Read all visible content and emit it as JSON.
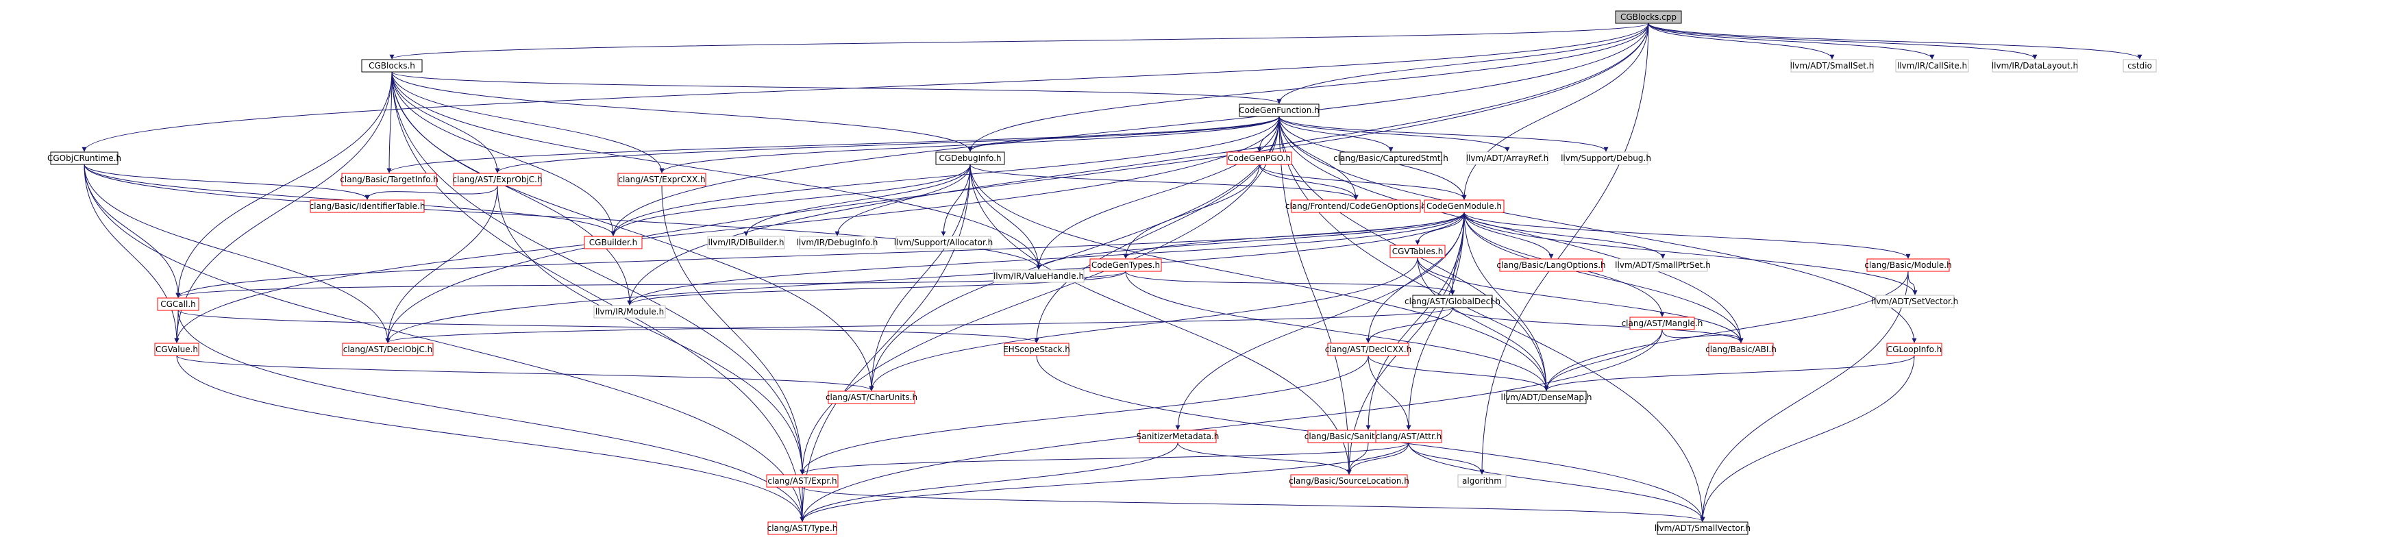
{
  "graph": {
    "nodes": [
      {
        "id": "root",
        "label": "CGBlocks.cpp",
        "style": "root"
      },
      {
        "id": "cgblocks_h",
        "label": "CGBlocks.h",
        "style": "plain"
      },
      {
        "id": "smallset",
        "label": "llvm/ADT/SmallSet.h",
        "style": "external"
      },
      {
        "id": "callsite",
        "label": "llvm/IR/CallSite.h",
        "style": "external"
      },
      {
        "id": "datalayout",
        "label": "llvm/IR/DataLayout.h",
        "style": "external"
      },
      {
        "id": "cstdio",
        "label": "cstdio",
        "style": "external"
      },
      {
        "id": "codegenfunction",
        "label": "CodeGenFunction.h",
        "style": "plain"
      },
      {
        "id": "cgobjcruntime",
        "label": "CGObjCRuntime.h",
        "style": "plain"
      },
      {
        "id": "targetinfo",
        "label": "clang/Basic/TargetInfo.h",
        "style": "linked"
      },
      {
        "id": "exprobjc",
        "label": "clang/AST/ExprObjC.h",
        "style": "linked"
      },
      {
        "id": "exprcxx",
        "label": "clang/AST/ExprCXX.h",
        "style": "linked"
      },
      {
        "id": "cgdebuginfo",
        "label": "CGDebugInfo.h",
        "style": "plain"
      },
      {
        "id": "codegenpgo",
        "label": "CodeGenPGO.h",
        "style": "linked"
      },
      {
        "id": "capturedstmt",
        "label": "clang/Basic/CapturedStmt.h",
        "style": "plain"
      },
      {
        "id": "arrayref",
        "label": "llvm/ADT/ArrayRef.h",
        "style": "external"
      },
      {
        "id": "debug",
        "label": "llvm/Support/Debug.h",
        "style": "external"
      },
      {
        "id": "identifiertable",
        "label": "clang/Basic/IdentifierTable.h",
        "style": "linked"
      },
      {
        "id": "cgbuilder",
        "label": "CGBuilder.h",
        "style": "linked"
      },
      {
        "id": "dibuilder",
        "label": "llvm/IR/DIBuilder.h",
        "style": "external"
      },
      {
        "id": "debuginfo",
        "label": "llvm/IR/DebugInfo.h",
        "style": "external"
      },
      {
        "id": "allocator",
        "label": "llvm/Support/Allocator.h",
        "style": "external"
      },
      {
        "id": "codegenoptions",
        "label": "clang/Frontend/CodeGenOptions.h",
        "style": "linked"
      },
      {
        "id": "codegenmodule",
        "label": "CodeGenModule.h",
        "style": "linked"
      },
      {
        "id": "valuehandle",
        "label": "llvm/IR/ValueHandle.h",
        "style": "external"
      },
      {
        "id": "codegentypes",
        "label": "CodeGenTypes.h",
        "style": "linked"
      },
      {
        "id": "cgvtables",
        "label": "CGVTables.h",
        "style": "linked"
      },
      {
        "id": "langoptions",
        "label": "clang/Basic/LangOptions.h",
        "style": "linked"
      },
      {
        "id": "smallptrset",
        "label": "llvm/ADT/SmallPtrSet.h",
        "style": "external"
      },
      {
        "id": "basicmodule",
        "label": "clang/Basic/Module.h",
        "style": "linked"
      },
      {
        "id": "cgcall",
        "label": "CGCall.h",
        "style": "linked"
      },
      {
        "id": "irmodule",
        "label": "llvm/IR/Module.h",
        "style": "external"
      },
      {
        "id": "globaldecl",
        "label": "clang/AST/GlobalDecl.h",
        "style": "plain"
      },
      {
        "id": "mangle",
        "label": "clang/AST/Mangle.h",
        "style": "linked"
      },
      {
        "id": "setvector",
        "label": "llvm/ADT/SetVector.h",
        "style": "external"
      },
      {
        "id": "cgvalue",
        "label": "CGValue.h",
        "style": "linked"
      },
      {
        "id": "declobjc",
        "label": "clang/AST/DeclObjC.h",
        "style": "linked"
      },
      {
        "id": "ehscopestack",
        "label": "EHScopeStack.h",
        "style": "linked"
      },
      {
        "id": "declcxx",
        "label": "clang/AST/DeclCXX.h",
        "style": "linked"
      },
      {
        "id": "abi",
        "label": "clang/Basic/ABI.h",
        "style": "linked"
      },
      {
        "id": "cgloopinfo",
        "label": "CGLoopInfo.h",
        "style": "linked"
      },
      {
        "id": "charunits",
        "label": "clang/AST/CharUnits.h",
        "style": "linked"
      },
      {
        "id": "densemap",
        "label": "llvm/ADT/DenseMap.h",
        "style": "plain"
      },
      {
        "id": "sanitizermetadata",
        "label": "SanitizerMetadata.h",
        "style": "linked"
      },
      {
        "id": "sanitizerblacklist",
        "label": "clang/Basic/SanitizerBlacklist.h",
        "style": "linked"
      },
      {
        "id": "attr",
        "label": "clang/AST/Attr.h",
        "style": "linked"
      },
      {
        "id": "expr",
        "label": "clang/AST/Expr.h",
        "style": "linked"
      },
      {
        "id": "sourcelocation",
        "label": "clang/Basic/SourceLocation.h",
        "style": "linked"
      },
      {
        "id": "algorithm",
        "label": "algorithm",
        "style": "external"
      },
      {
        "id": "type",
        "label": "clang/AST/Type.h",
        "style": "linked"
      },
      {
        "id": "smallvector",
        "label": "llvm/ADT/SmallVector.h",
        "style": "plain"
      }
    ],
    "edges": [
      [
        "root",
        "cgblocks_h"
      ],
      [
        "root",
        "smallset"
      ],
      [
        "root",
        "callsite"
      ],
      [
        "root",
        "datalayout"
      ],
      [
        "root",
        "cstdio"
      ],
      [
        "root",
        "codegenfunction"
      ],
      [
        "root",
        "cgobjcruntime"
      ],
      [
        "root",
        "cgdebuginfo"
      ],
      [
        "root",
        "codegenmodule"
      ],
      [
        "root",
        "cgbuilder"
      ],
      [
        "root",
        "irmodule"
      ],
      [
        "root",
        "declobjc"
      ],
      [
        "root",
        "algorithm"
      ],
      [
        "cgblocks_h",
        "codegenfunction"
      ],
      [
        "cgblocks_h",
        "targetinfo"
      ],
      [
        "cgblocks_h",
        "exprobjc"
      ],
      [
        "cgblocks_h",
        "exprcxx"
      ],
      [
        "cgblocks_h",
        "cgbuilder"
      ],
      [
        "cgblocks_h",
        "cgcall"
      ],
      [
        "cgblocks_h",
        "cgvalue"
      ],
      [
        "cgblocks_h",
        "irmodule"
      ],
      [
        "cgblocks_h",
        "valuehandle"
      ],
      [
        "cgblocks_h",
        "expr"
      ],
      [
        "cgblocks_h",
        "charunits"
      ],
      [
        "cgblocks_h",
        "type"
      ],
      [
        "cgblocks_h",
        "cgdebuginfo"
      ],
      [
        "codegenfunction",
        "targetinfo"
      ],
      [
        "codegenfunction",
        "exprobjc"
      ],
      [
        "codegenfunction",
        "exprcxx"
      ],
      [
        "codegenfunction",
        "cgdebuginfo"
      ],
      [
        "codegenfunction",
        "codegenpgo"
      ],
      [
        "codegenfunction",
        "capturedstmt"
      ],
      [
        "codegenfunction",
        "arrayref"
      ],
      [
        "codegenfunction",
        "debug"
      ],
      [
        "codegenfunction",
        "codegenmodule"
      ],
      [
        "codegenfunction",
        "cgbuilder"
      ],
      [
        "codegenfunction",
        "valuehandle"
      ],
      [
        "codegenfunction",
        "codegenoptions"
      ],
      [
        "codegenfunction",
        "cgloopinfo"
      ],
      [
        "codegenfunction",
        "ehscopestack"
      ],
      [
        "codegenfunction",
        "cgvalue"
      ],
      [
        "codegenfunction",
        "charunits"
      ],
      [
        "codegenfunction",
        "expr"
      ],
      [
        "codegenfunction",
        "abi"
      ],
      [
        "codegenfunction",
        "densemap"
      ],
      [
        "codegenfunction",
        "smallvector"
      ],
      [
        "codegenfunction",
        "sourcelocation"
      ],
      [
        "cgobjcruntime",
        "cgbuilder"
      ],
      [
        "cgobjcruntime",
        "identifiertable"
      ],
      [
        "cgobjcruntime",
        "cgcall"
      ],
      [
        "cgobjcruntime",
        "cgvalue"
      ],
      [
        "cgobjcruntime",
        "declobjc"
      ],
      [
        "cgobjcruntime",
        "type"
      ],
      [
        "cgobjcruntime",
        "valuehandle"
      ],
      [
        "exprobjc",
        "identifiertable"
      ],
      [
        "exprobjc",
        "declobjc"
      ],
      [
        "exprobjc",
        "expr"
      ],
      [
        "exprcxx",
        "expr"
      ],
      [
        "cgdebuginfo",
        "cgbuilder"
      ],
      [
        "cgdebuginfo",
        "dibuilder"
      ],
      [
        "cgdebuginfo",
        "debuginfo"
      ],
      [
        "cgdebuginfo",
        "allocator"
      ],
      [
        "cgdebuginfo",
        "codegenoptions"
      ],
      [
        "cgdebuginfo",
        "valuehandle"
      ],
      [
        "cgdebuginfo",
        "type"
      ],
      [
        "cgdebuginfo",
        "densemap"
      ],
      [
        "cgdebuginfo",
        "sourcelocation"
      ],
      [
        "cgdebuginfo",
        "charunits"
      ],
      [
        "codegenpgo",
        "codegenoptions"
      ],
      [
        "codegenpgo",
        "codegenmodule"
      ],
      [
        "codegenpgo",
        "codegentypes"
      ],
      [
        "codegenmodule",
        "codegentypes"
      ],
      [
        "codegenmodule",
        "cgvtables"
      ],
      [
        "codegenmodule",
        "langoptions"
      ],
      [
        "codegenmodule",
        "smallptrset"
      ],
      [
        "codegenmodule",
        "basicmodule"
      ],
      [
        "codegenmodule",
        "mangle"
      ],
      [
        "codegenmodule",
        "setvector"
      ],
      [
        "codegenmodule",
        "abi"
      ],
      [
        "codegenmodule",
        "globaldecl"
      ],
      [
        "codegenmodule",
        "declcxx"
      ],
      [
        "codegenmodule",
        "attr"
      ],
      [
        "codegenmodule",
        "sanitizermetadata"
      ],
      [
        "codegenmodule",
        "sanitizerblacklist"
      ],
      [
        "codegenmodule",
        "densemap"
      ],
      [
        "codegenmodule",
        "valuehandle"
      ],
      [
        "codegenmodule",
        "irmodule"
      ],
      [
        "codegenmodule",
        "declobjc"
      ],
      [
        "codegenmodule",
        "cgcall"
      ],
      [
        "codegenmodule",
        "sourcelocation"
      ],
      [
        "codegentypes",
        "cgcall"
      ],
      [
        "codegentypes",
        "globaldecl"
      ],
      [
        "codegentypes",
        "irmodule"
      ],
      [
        "codegentypes",
        "densemap"
      ],
      [
        "cgvtables",
        "globaldecl"
      ],
      [
        "cgvtables",
        "abi"
      ],
      [
        "cgvtables",
        "densemap"
      ],
      [
        "cgvtables",
        "charunits"
      ],
      [
        "basicmodule",
        "setvector"
      ],
      [
        "basicmodule",
        "densemap"
      ],
      [
        "basicmodule",
        "smallvector"
      ],
      [
        "cgcall",
        "cgvalue"
      ],
      [
        "cgcall",
        "ehscopestack"
      ],
      [
        "cgcall",
        "type"
      ],
      [
        "globaldecl",
        "declobjc"
      ],
      [
        "globaldecl",
        "declcxx"
      ],
      [
        "globaldecl",
        "abi"
      ],
      [
        "mangle",
        "abi"
      ],
      [
        "mangle",
        "densemap"
      ],
      [
        "mangle",
        "type"
      ],
      [
        "cgvalue",
        "charunits"
      ],
      [
        "cgvalue",
        "type"
      ],
      [
        "ehscopestack",
        "smallvector"
      ],
      [
        "declcxx",
        "attr"
      ],
      [
        "declcxx",
        "densemap"
      ],
      [
        "declcxx",
        "expr"
      ],
      [
        "cgloopinfo",
        "densemap"
      ],
      [
        "cgloopinfo",
        "smallvector"
      ],
      [
        "sanitizermetadata",
        "sourcelocation"
      ],
      [
        "sanitizermetadata",
        "type"
      ],
      [
        "sanitizerblacklist",
        "sourcelocation"
      ],
      [
        "attr",
        "expr"
      ],
      [
        "attr",
        "sourcelocation"
      ],
      [
        "attr",
        "algorithm"
      ],
      [
        "attr",
        "type"
      ],
      [
        "attr",
        "smallvector"
      ],
      [
        "expr",
        "type"
      ],
      [
        "expr",
        "smallvector"
      ]
    ]
  },
  "colors": {
    "root_fill": "#bfbfbf",
    "node_fill": "#ffffff",
    "plain_border": "#000000",
    "linked_border": "#ff0000",
    "external_border": "#bfbfbf",
    "edge": "#191970",
    "text": "#000000"
  }
}
